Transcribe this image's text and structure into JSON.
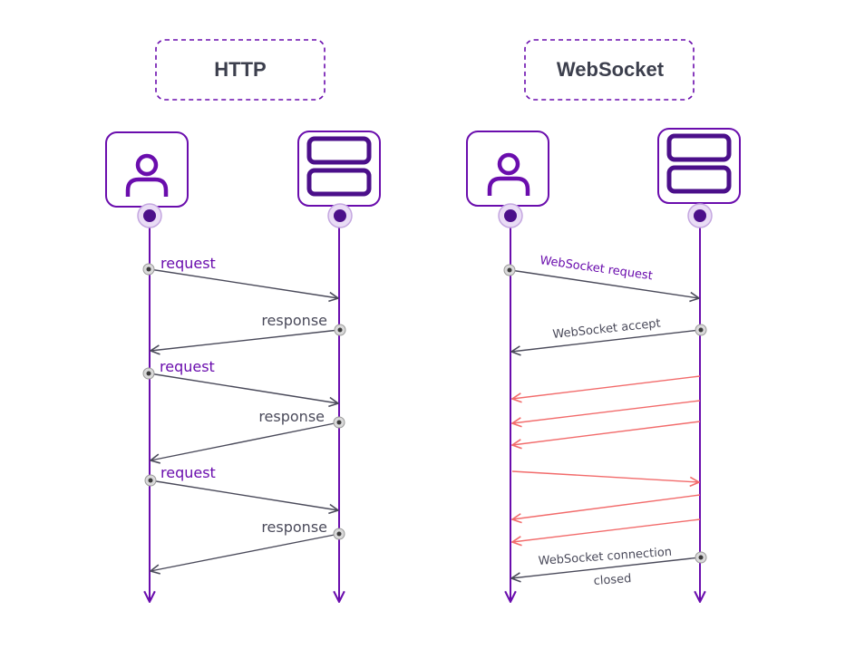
{
  "colors": {
    "purple": "#6a0dad",
    "purple_dark": "#4b0f8a",
    "purple_light": "#e9dcf5",
    "gray": "#4a4a5a",
    "red": "#f26b6b",
    "title": "#3c3f4d"
  },
  "http": {
    "title": "HTTP",
    "client_icon": "user-icon",
    "server_icon": "server-icon",
    "messages": [
      {
        "label": "request",
        "kind": "request"
      },
      {
        "label": "response",
        "kind": "response"
      },
      {
        "label": "request",
        "kind": "request"
      },
      {
        "label": "response",
        "kind": "response"
      },
      {
        "label": "request",
        "kind": "request"
      },
      {
        "label": "response",
        "kind": "response"
      }
    ]
  },
  "websocket": {
    "title": "WebSocket",
    "client_icon": "user-icon",
    "server_icon": "server-icon",
    "request_label": "WebSocket request",
    "accept_label": "WebSocket accept",
    "close_label_line1": "WebSocket connection",
    "close_label_line2": "closed"
  }
}
